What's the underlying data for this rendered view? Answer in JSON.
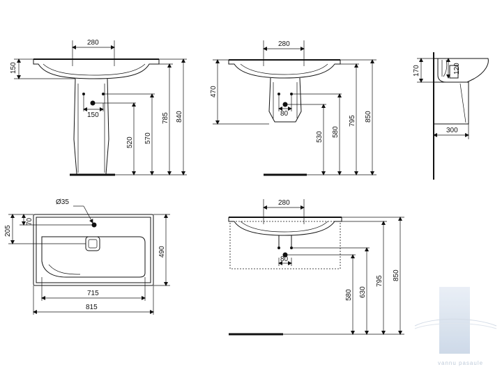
{
  "front_view": {
    "width_top": "280",
    "bowl_height": "150",
    "pedestal_spacing": "150",
    "height_520": "520",
    "height_570": "570",
    "height_785": "785",
    "height_840": "840"
  },
  "semi_pedestal_view": {
    "width_top": "280",
    "depth_470": "470",
    "spacing_80": "80",
    "height_530": "530",
    "height_580": "580",
    "height_795": "795",
    "height_850": "850"
  },
  "side_view": {
    "height_170": "170",
    "height_120": "120",
    "depth_300": "300"
  },
  "top_view": {
    "tap_hole": "Ø35",
    "offset_205": "205",
    "offset_70": "70",
    "depth_490": "490",
    "inner_width": "715",
    "overall_width": "815"
  },
  "wall_hung_view": {
    "width_top": "280",
    "spacing_80": "80",
    "height_580": "580",
    "height_630": "630",
    "height_795": "795",
    "height_850": "850"
  },
  "watermark": {
    "text": "vannu pasaule"
  }
}
